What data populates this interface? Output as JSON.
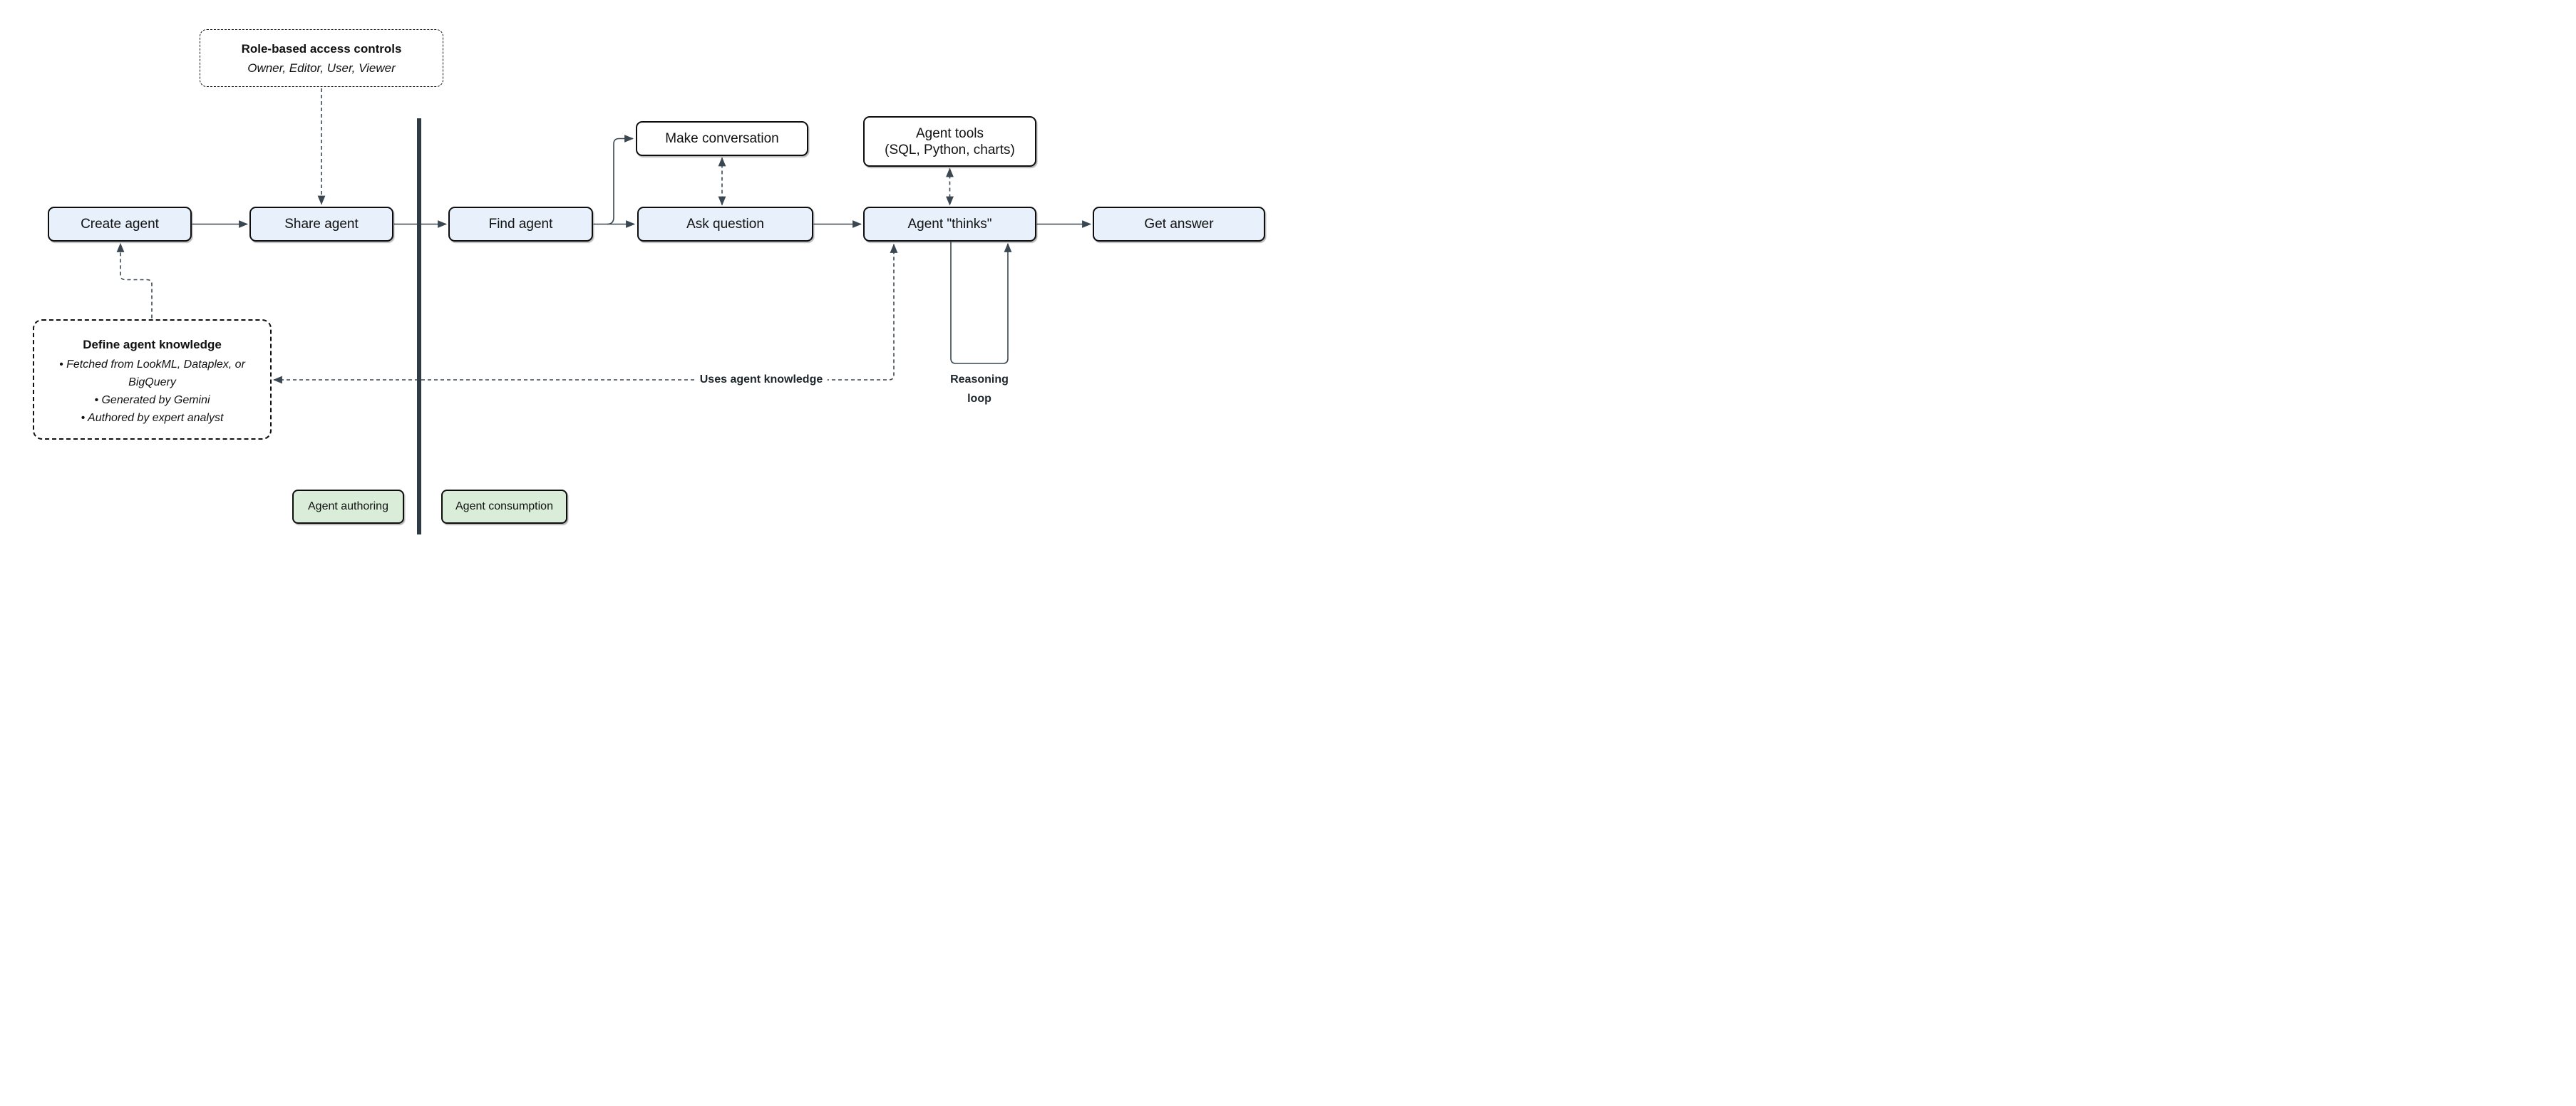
{
  "nodes": {
    "create_agent": {
      "label": "Create agent"
    },
    "share_agent": {
      "label": "Share agent"
    },
    "find_agent": {
      "label": "Find agent"
    },
    "ask_question": {
      "label": "Ask question"
    },
    "agent_thinks": {
      "label": "Agent \"thinks\""
    },
    "get_answer": {
      "label": "Get answer"
    },
    "make_conversation": {
      "label": "Make conversation"
    },
    "agent_tools": {
      "label": "Agent tools",
      "sublabel": "(SQL, Python, charts)"
    }
  },
  "notes": {
    "rbac": {
      "title": "Role-based access controls",
      "subtitle": "Owner, Editor, User, Viewer"
    },
    "knowledge": {
      "title": "Define agent knowledge",
      "bullets": [
        "Fetched from LookML, Dataplex, or BigQuery",
        "Generated by Gemini",
        "Authored by expert analyst"
      ]
    }
  },
  "labels": {
    "reasoning_loop": "Reasoning loop",
    "uses_agent_knowledge": "Uses agent knowledge"
  },
  "badges": {
    "authoring": "Agent authoring",
    "consumption": "Agent consumption"
  },
  "colors": {
    "node_fill": "#e8f0fb",
    "note_fill": "#ffffff",
    "badge_fill": "#d9edd9",
    "box_stroke": "#0d0d0d",
    "connector": "#3a4750",
    "divider": "#2e3b45"
  }
}
